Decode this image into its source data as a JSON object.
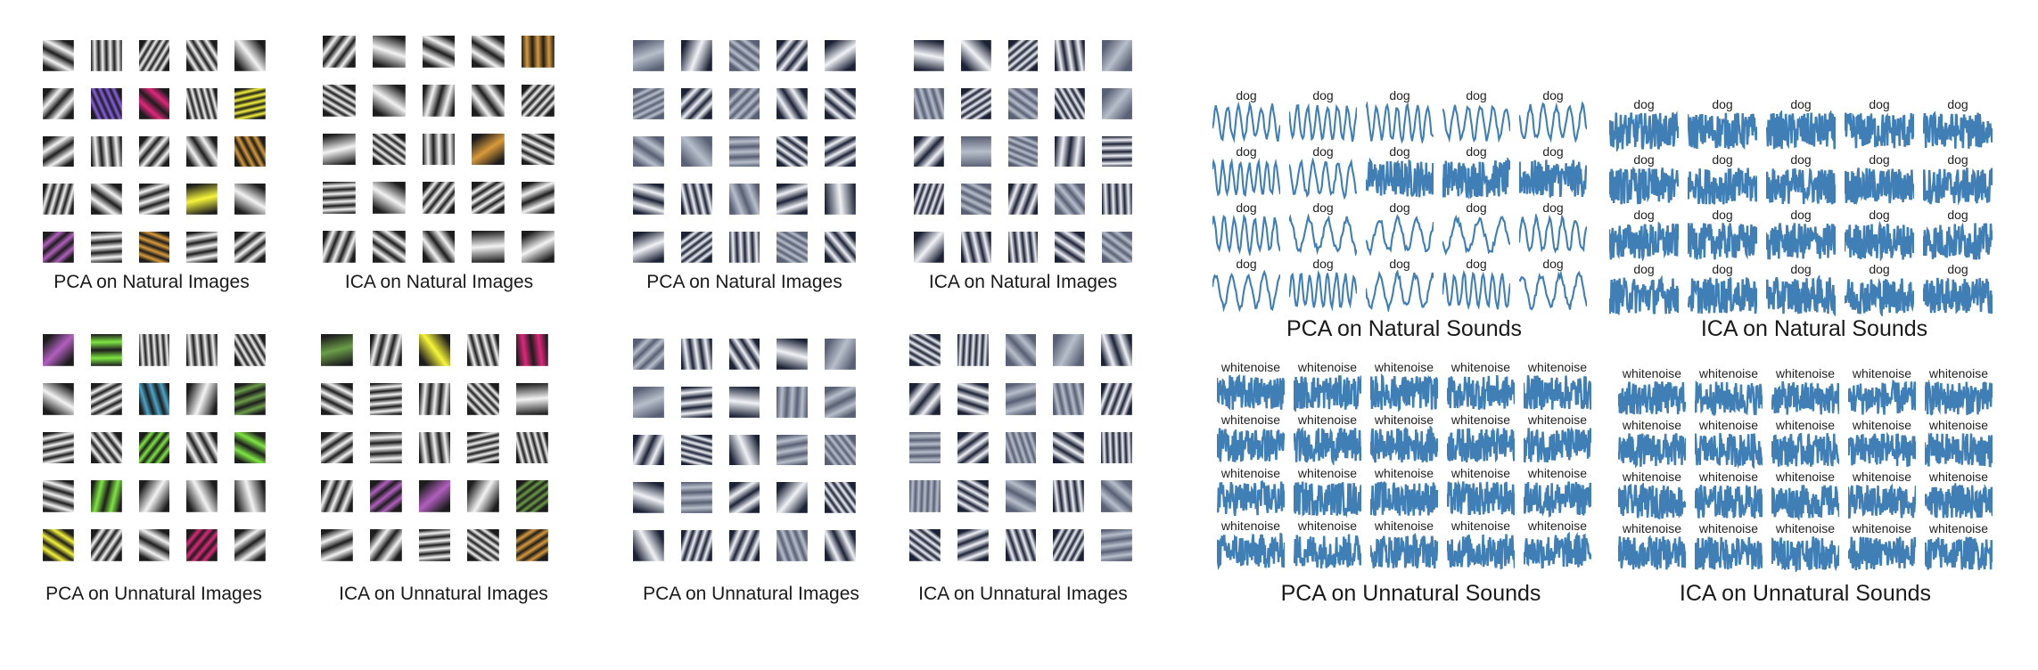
{
  "panels": [
    {
      "id": "pca-natural-images",
      "kind": "image",
      "caption": "PCA on Natural Images",
      "style": "color"
    },
    {
      "id": "ica-natural-images",
      "kind": "image",
      "caption": "ICA on Natural Images",
      "style": "color"
    },
    {
      "id": "pca-natural-images-gray",
      "kind": "image",
      "caption": "PCA on Natural Images",
      "style": "gray"
    },
    {
      "id": "ica-natural-images-gray",
      "kind": "image",
      "caption": "ICA on Natural Images",
      "style": "gray"
    },
    {
      "id": "pca-unnatural-images",
      "kind": "image",
      "caption": "PCA on Unnatural Images",
      "style": "color"
    },
    {
      "id": "ica-unnatural-images",
      "kind": "image",
      "caption": "ICA on Unnatural Images",
      "style": "color"
    },
    {
      "id": "pca-unnatural-images-gray",
      "kind": "image",
      "caption": "PCA on Unnatural Images",
      "style": "gray"
    },
    {
      "id": "ica-unnatural-images-gray",
      "kind": "image",
      "caption": "ICA on Unnatural Images",
      "style": "gray"
    },
    {
      "id": "pca-natural-sounds",
      "kind": "sound",
      "caption": "PCA on Natural Sounds",
      "cell_label": "dog"
    },
    {
      "id": "ica-natural-sounds",
      "kind": "sound",
      "caption": "ICA on Natural Sounds",
      "cell_label": "dog"
    },
    {
      "id": "pca-unnatural-sounds",
      "kind": "sound",
      "caption": "PCA on Unnatural Sounds",
      "cell_label": "whitenoise"
    },
    {
      "id": "ica-unnatural-sounds",
      "kind": "sound",
      "caption": "ICA on Unnatural Sounds",
      "cell_label": "whitenoise"
    }
  ],
  "colors": {
    "waveform": "#3f7fb5",
    "gray_dark": "#1c2236",
    "gray_light": "#f0f2f6",
    "accent_green": "#7ee642",
    "accent_yellow": "#f6f53a",
    "accent_magenta": "#e0277a",
    "accent_purple": "#8a5fe8"
  }
}
